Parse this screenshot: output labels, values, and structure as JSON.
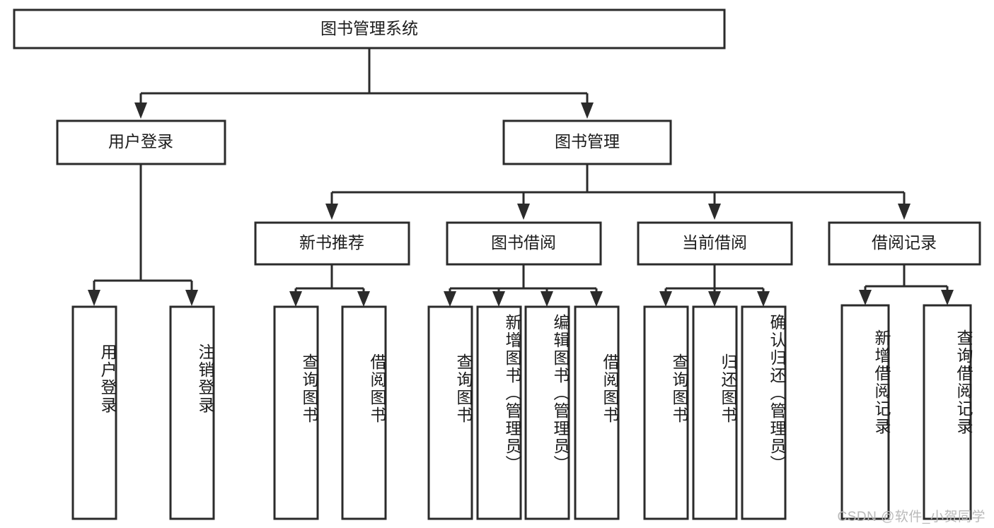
{
  "diagram": {
    "title": "图书管理系统",
    "type": "tree-hierarchy-chart",
    "orientation": "top-down",
    "watermark": "CSDN @软件_小贺同学",
    "colors": {
      "box_stroke": "#2b2b2b",
      "box_fill": "#ffffff",
      "connector": "#2b2b2b",
      "text": "#1b1b1b",
      "watermark": "#b9b9b9",
      "background": "#ffffff"
    },
    "levels": {
      "root": {
        "label": "图书管理系统"
      },
      "level2": [
        {
          "label": "用户登录"
        },
        {
          "label": "图书管理"
        }
      ],
      "level3": [
        {
          "label": "新书推荐"
        },
        {
          "label": "图书借阅"
        },
        {
          "label": "当前借阅"
        },
        {
          "label": "借阅记录"
        }
      ],
      "leaves": {
        "user_login": [
          {
            "label": "用户登录"
          },
          {
            "label": "注销登录"
          }
        ],
        "new_book_recommend": [
          {
            "label": "查询图书"
          },
          {
            "label": "借阅图书"
          }
        ],
        "book_borrow": [
          {
            "label": "查询图书"
          },
          {
            "label": "新增图书（管理员）"
          },
          {
            "label": "编辑图书（管理员）"
          },
          {
            "label": "借阅图书"
          }
        ],
        "current_borrow": [
          {
            "label": "查询图书"
          },
          {
            "label": "归还图书"
          },
          {
            "label": "确认归还（管理员）"
          }
        ],
        "borrow_record": [
          {
            "label": "新增借阅记录"
          },
          {
            "label": "查询借阅记录"
          }
        ]
      }
    }
  }
}
